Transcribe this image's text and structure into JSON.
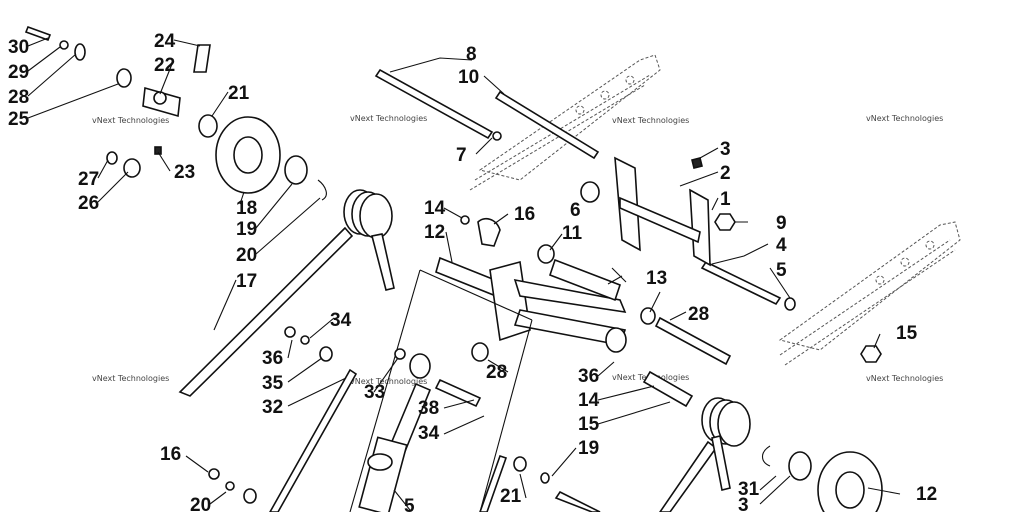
{
  "diagram": {
    "part_labels": [
      "30",
      "29",
      "28",
      "25",
      "24",
      "22",
      "21",
      "27",
      "26",
      "23",
      "18",
      "19",
      "20",
      "17",
      "8",
      "10",
      "7",
      "3",
      "2",
      "1",
      "9",
      "4",
      "5",
      "6",
      "15",
      "14",
      "16",
      "12",
      "11",
      "13",
      "28",
      "34",
      "36",
      "35",
      "32",
      "33",
      "38",
      "34",
      "28",
      "36",
      "14",
      "15",
      "16",
      "20",
      "19",
      "21",
      "31",
      "3",
      "12",
      "5"
    ],
    "watermark": "vNext Technologies"
  }
}
